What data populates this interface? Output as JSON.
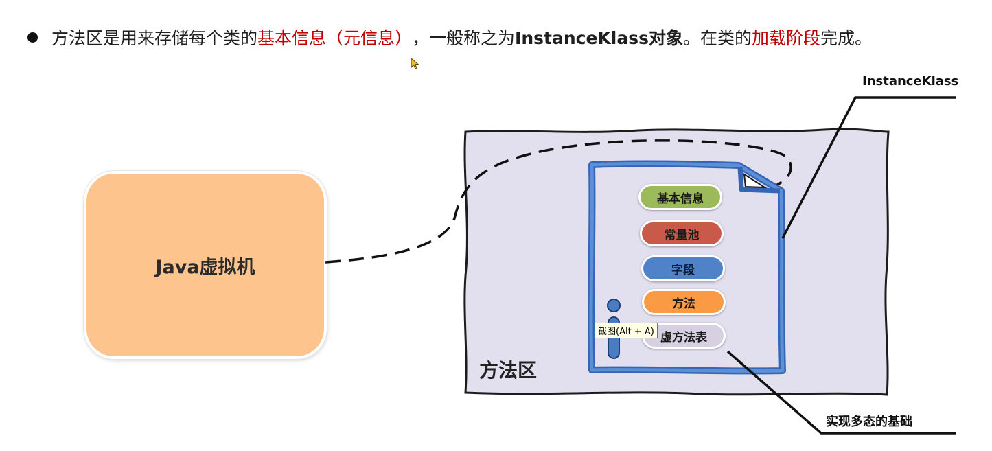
{
  "headline": {
    "part1": "方法区是用来存储每个类的",
    "part2": "基本信息（元信息）",
    "part3": "，一般称之为",
    "part4": "InstanceKlass对象",
    "part5": "。在类的",
    "part6": "加载阶段",
    "part7": "完成。"
  },
  "jvm_label": "Java虚拟机",
  "method_area_label": "方法区",
  "pills": {
    "basic_info": "基本信息",
    "constant_pool": "常量池",
    "fields": "字段",
    "methods": "方法",
    "vtable": "虚方法表"
  },
  "callouts": {
    "instance_klass": "InstanceKlass",
    "polymorphism": "实现多态的基础"
  },
  "tooltip": "截图(Alt + A)",
  "colors": {
    "jvm_fill": "#fdc48e",
    "method_area_fill": "#e2dfee",
    "document_stroke": "#4a7cc4",
    "accent_red": "#c00000"
  }
}
